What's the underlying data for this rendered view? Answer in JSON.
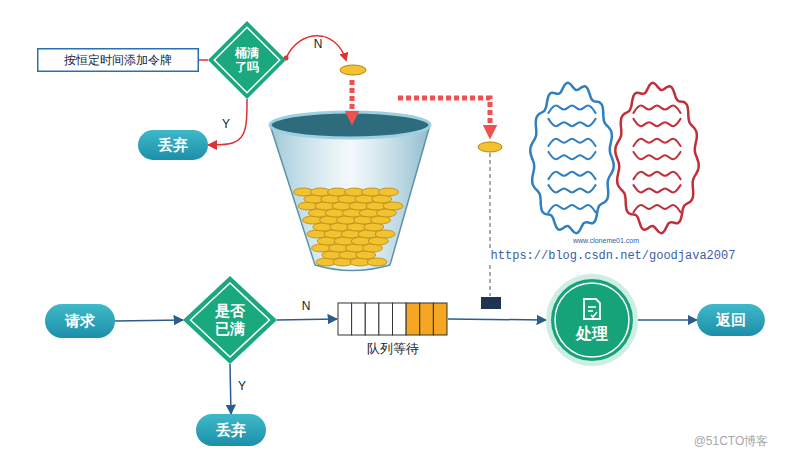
{
  "diagram": {
    "nodes": [
      {
        "text": [
          "按恒定时间添加令牌"
        ]
      },
      {
        "text": [
          "桶满 了吗"
        ]
      },
      {
        "text": [
          "丢弃"
        ]
      },
      {
        "text": [
          "请求"
        ]
      },
      {
        "text": [
          "是否 已满"
        ]
      },
      {
        "text": [
          "队列等待"
        ]
      },
      {
        "text": [
          "处理"
        ]
      },
      {
        "text": [
          "返回"
        ]
      },
      {
        "text": [
          "丢弃"
        ]
      }
    ],
    "edges": [
      {
        "from": 0,
        "to": 1,
        "arrow": "none"
      },
      {
        "from": 1,
        "to": 2,
        "label": "Y",
        "arrow": "to"
      },
      {
        "from": 3,
        "to": 4,
        "arrow": "to"
      },
      {
        "from": 4,
        "to": 5,
        "label": "N",
        "arrow": "to"
      },
      {
        "from": 5,
        "to": 6,
        "arrow": "to"
      },
      {
        "from": 6,
        "to": 7,
        "arrow": "to"
      },
      {
        "from": 4,
        "to": 8,
        "label": "Y",
        "arrow": "to"
      }
    ],
    "labels": [
      "N",
      "https://blog.csdn.net/goodjava2007",
      "www.cloneme01.com",
      "@51CTO博客"
    ]
  }
}
